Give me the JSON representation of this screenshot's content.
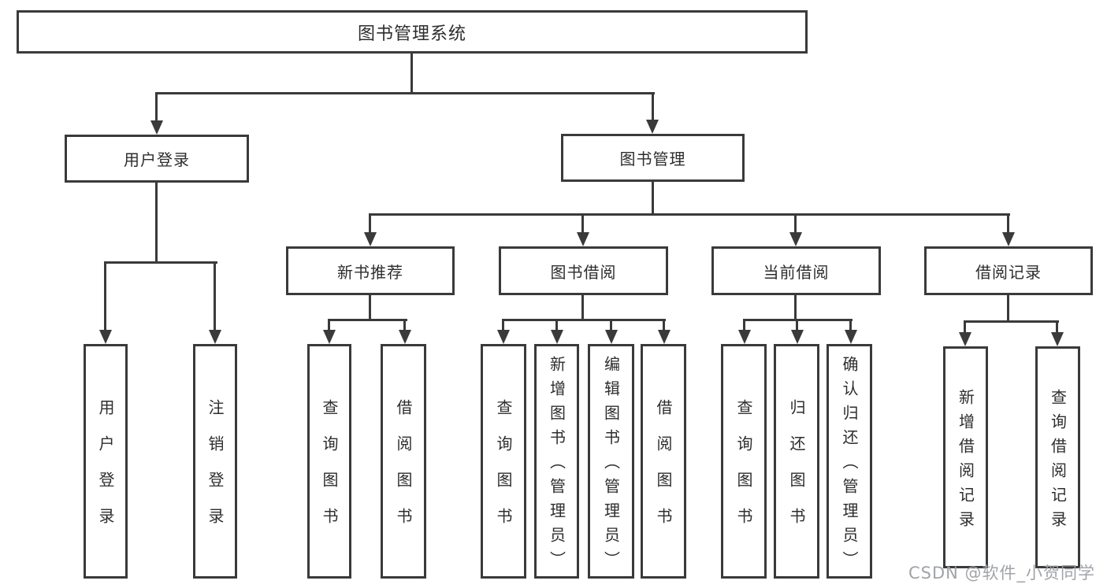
{
  "colors": {
    "line": "#3a3a3a",
    "box_fill": "#ffffff",
    "text": "#2d2d2d",
    "watermark": "#9b9ea3"
  },
  "watermark": "CSDN @软件_小贺同学",
  "tree": {
    "label": "图书管理系统",
    "children": [
      {
        "label": "用户登录",
        "children": [
          {
            "label": "用户登录"
          },
          {
            "label": "注销登录"
          }
        ]
      },
      {
        "label": "图书管理",
        "children": [
          {
            "label": "新书推荐",
            "children": [
              {
                "label": "查询图书"
              },
              {
                "label": "借阅图书"
              }
            ]
          },
          {
            "label": "图书借阅",
            "children": [
              {
                "label": "查询图书"
              },
              {
                "label": "新增图书（管理员）"
              },
              {
                "label": "编辑图书（管理员）"
              },
              {
                "label": "借阅图书"
              }
            ]
          },
          {
            "label": "当前借阅",
            "children": [
              {
                "label": "查询图书"
              },
              {
                "label": "归还图书"
              },
              {
                "label": "确认归还（管理员）"
              }
            ]
          },
          {
            "label": "借阅记录",
            "children": [
              {
                "label": "新增借阅记录"
              },
              {
                "label": "查询借阅记录"
              }
            ]
          }
        ]
      }
    ]
  }
}
